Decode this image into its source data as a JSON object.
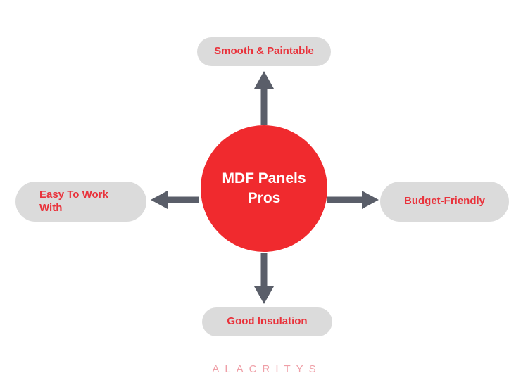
{
  "page": {
    "background": "#FFFFFF"
  },
  "colors": {
    "node_red": "#F02A2E",
    "label_red": "#E9323B",
    "pill_gray": "#DBDBDB",
    "arrow_gray": "#5A5E69",
    "center_text": "#FFFFFF",
    "watermark_pink": "#EF9FA7"
  },
  "diagram": {
    "center_node": {
      "label": "MDF Panels\nPros"
    },
    "branches": {
      "top": {
        "label": "Smooth & Paintable"
      },
      "left": {
        "label": "Easy To Work\nWith"
      },
      "right": {
        "label": "Budget-Friendly"
      },
      "bottom": {
        "label": "Good Insulation"
      }
    }
  },
  "watermark": {
    "text": "ALACRITYS"
  }
}
